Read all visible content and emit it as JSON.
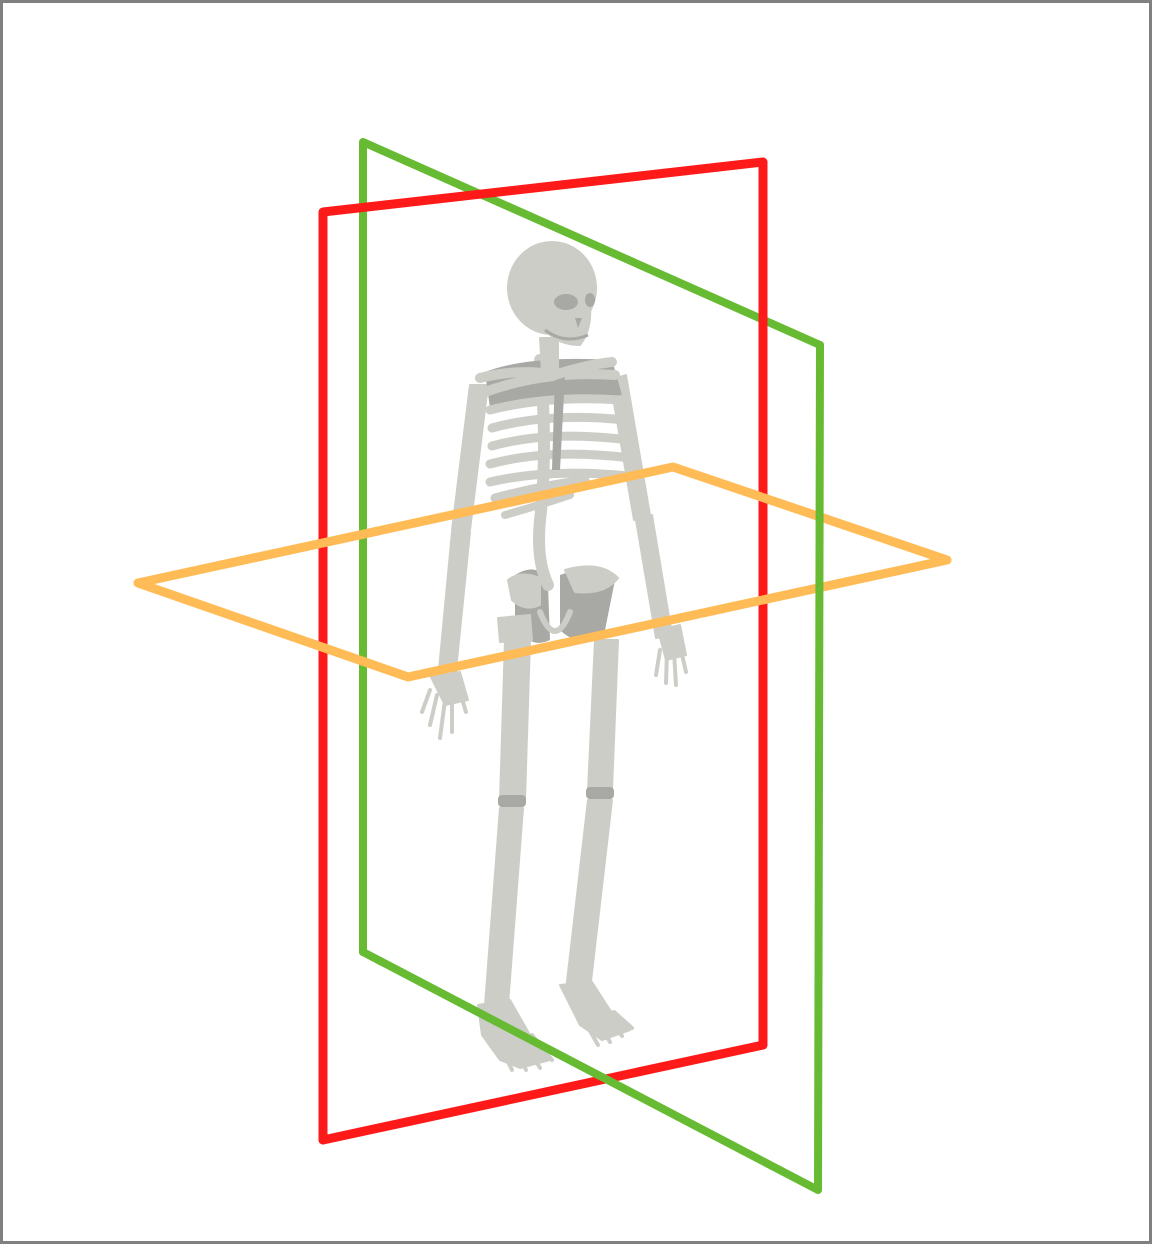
{
  "figure": {
    "subject": "skeleton",
    "planes": [
      {
        "id": "frontal-plane",
        "color": "#ff1a1a"
      },
      {
        "id": "sagittal-plane",
        "color": "#66bb33"
      },
      {
        "id": "transverse-plane",
        "color": "#ffbb55"
      }
    ],
    "bone_color": "#cdcdc8",
    "bone_shadow_color": "#a8a8a4",
    "frame_color": "#808080"
  }
}
